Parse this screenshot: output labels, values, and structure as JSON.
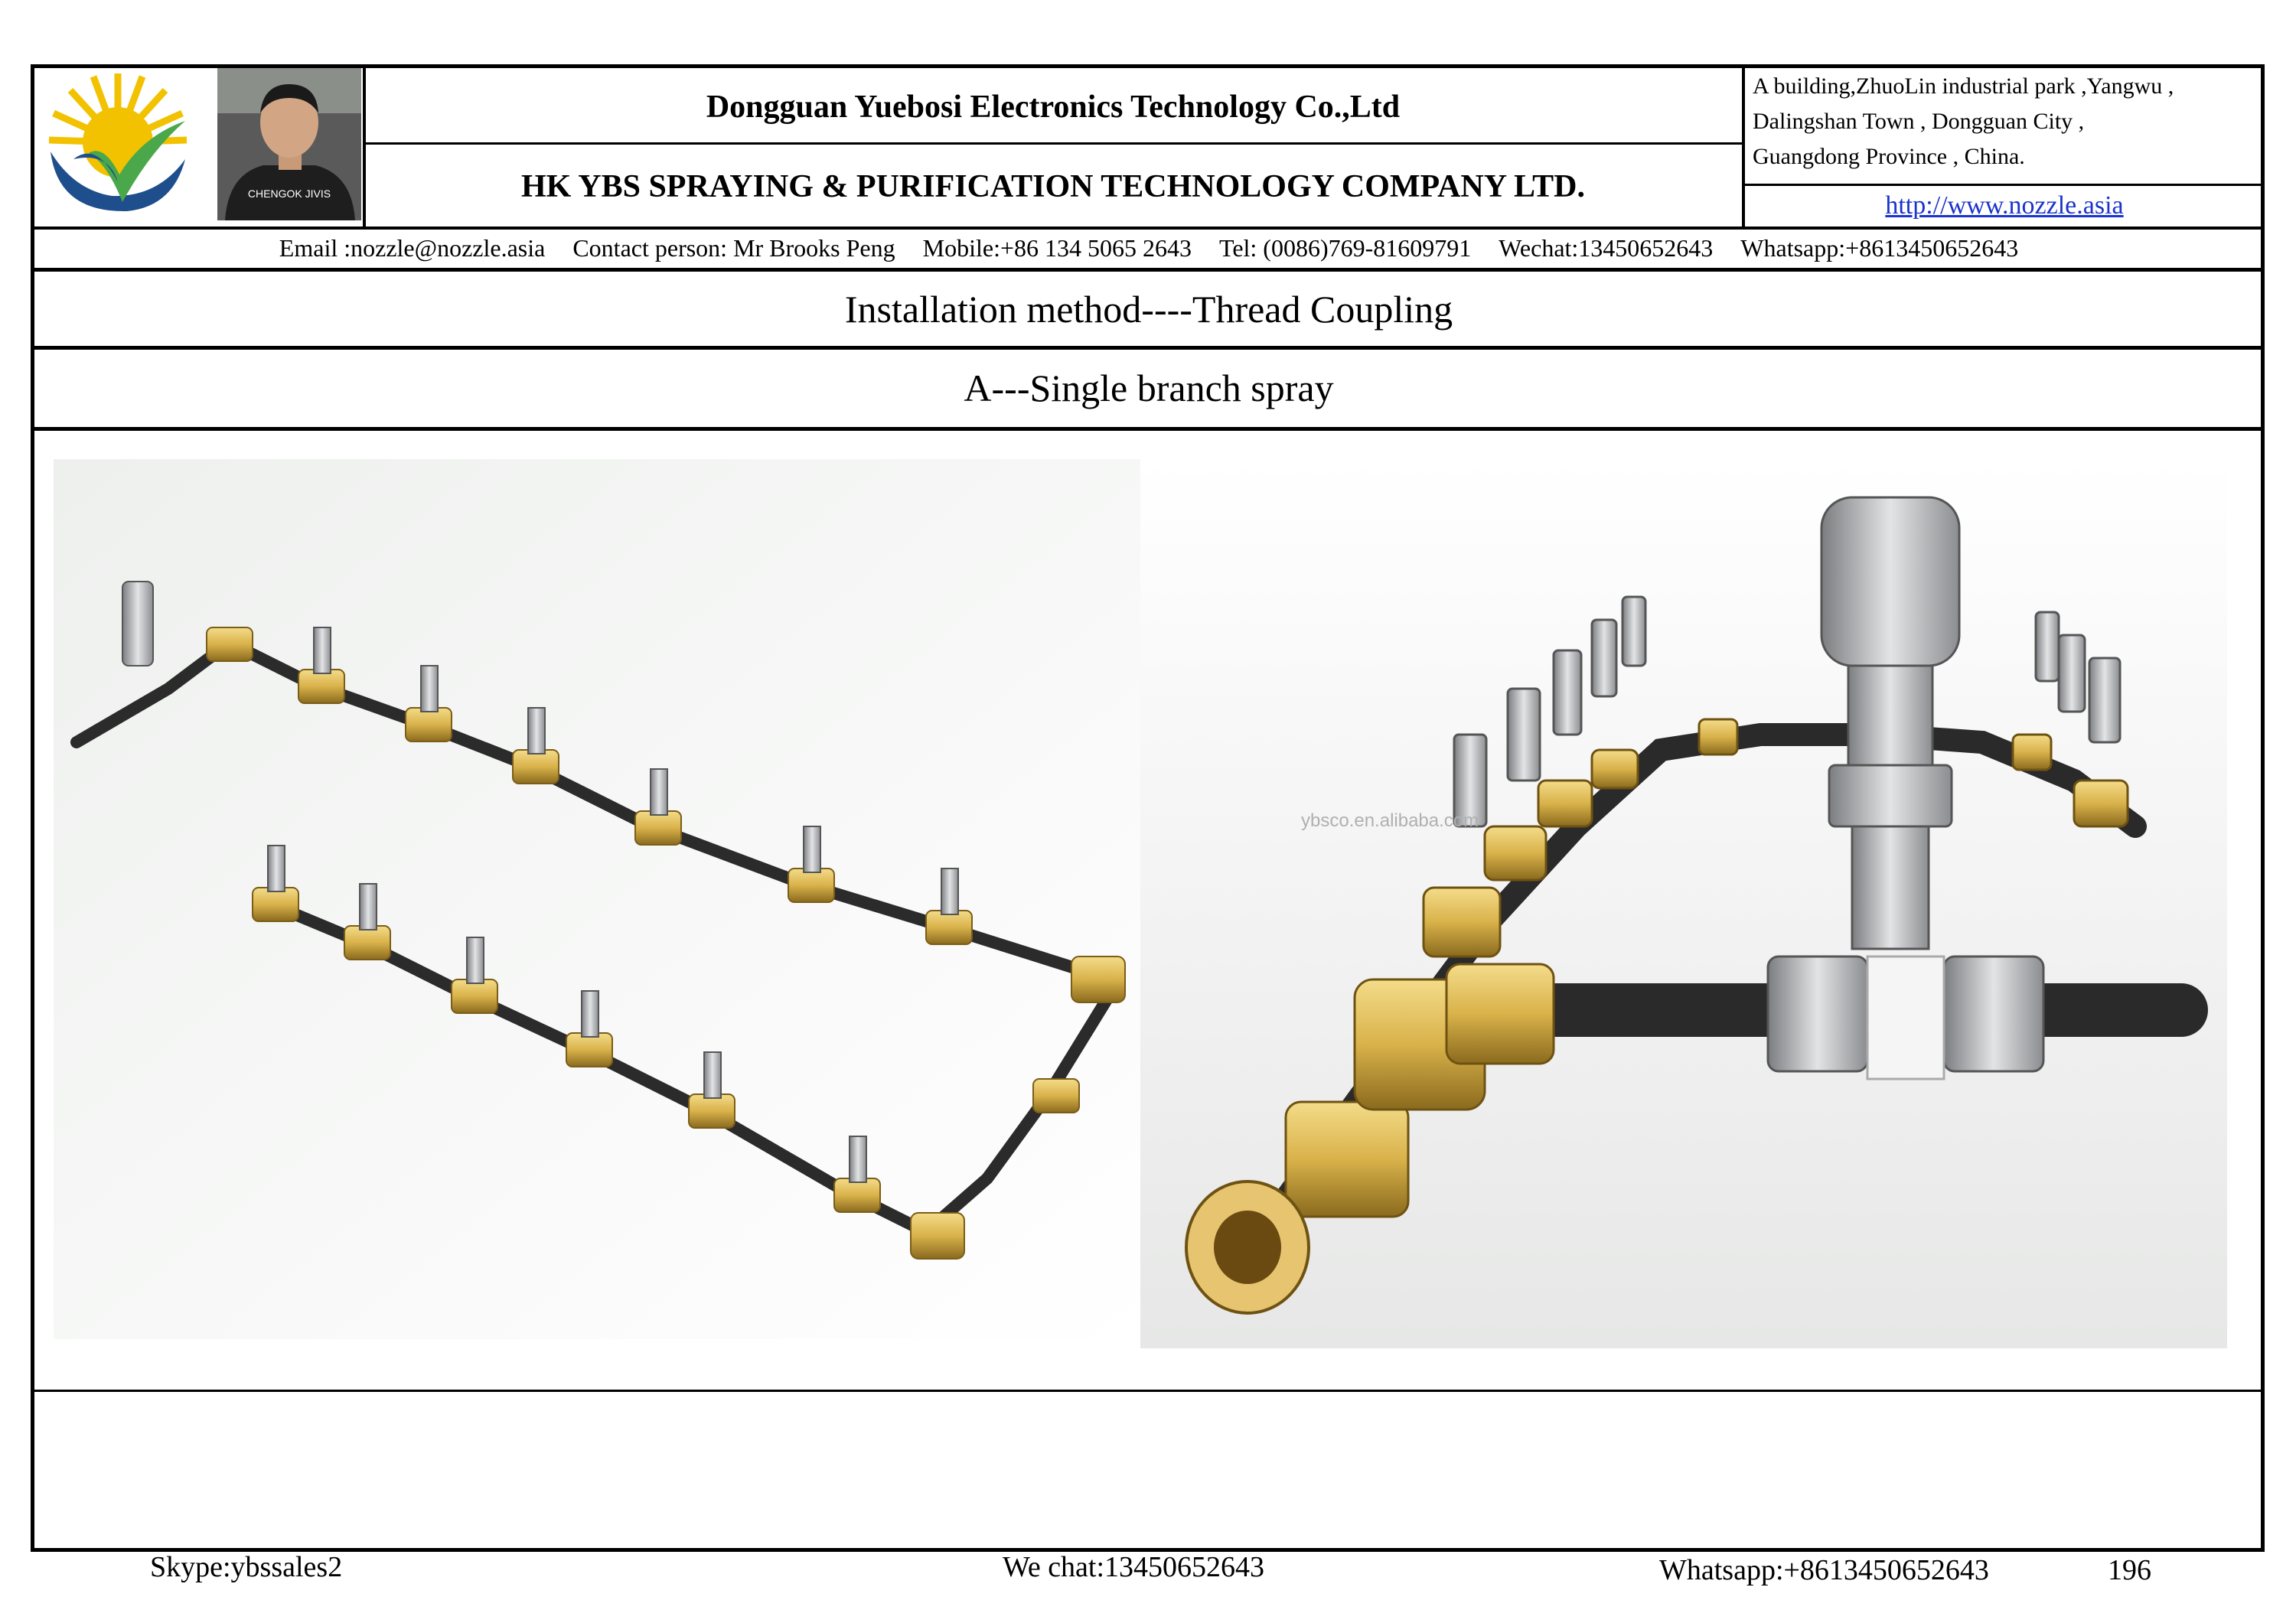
{
  "header": {
    "company_cn": "Dongguan Yuebosi Electronics Technology Co.,Ltd",
    "company_hk": "HK YBS SPRAYING & PURIFICATION TECHNOLOGY COMPANY LTD.",
    "address_lines": [
      " A building,ZhuoLin industrial park ,Yangwu ,",
      "Dalingshan Town , Dongguan City ,",
      "Guangdong Province , China."
    ],
    "website": "http://www.nozzle.asia"
  },
  "contact": {
    "email": "Email :nozzle@nozzle.asia",
    "person": "Contact person: Mr Brooks Peng",
    "mobile": "Mobile:+86 134 5065 2643",
    "tel": "Tel: (0086)769-81609791",
    "wechat": "Wechat:13450652643",
    "whatsapp": "Whatsapp:+8613450652643"
  },
  "section": {
    "title": "Installation method----Thread Coupling",
    "subtitle": "A---Single branch spray"
  },
  "photo": {
    "watermark": "ybsco.en.alibaba.com"
  },
  "person_shirt": "CHENGOK JIVIS",
  "footer": {
    "skype": "Skype:ybssales2",
    "wechat": "We chat:13450652643",
    "whatsapp": "Whatsapp:+8613450652643",
    "page_number": "196"
  },
  "colors": {
    "logo_blue": "#1f4e8c",
    "logo_yellow": "#f2c200",
    "logo_green": "#4aa84a",
    "link_blue": "#1a33cc",
    "brass": "#d9b24a"
  }
}
